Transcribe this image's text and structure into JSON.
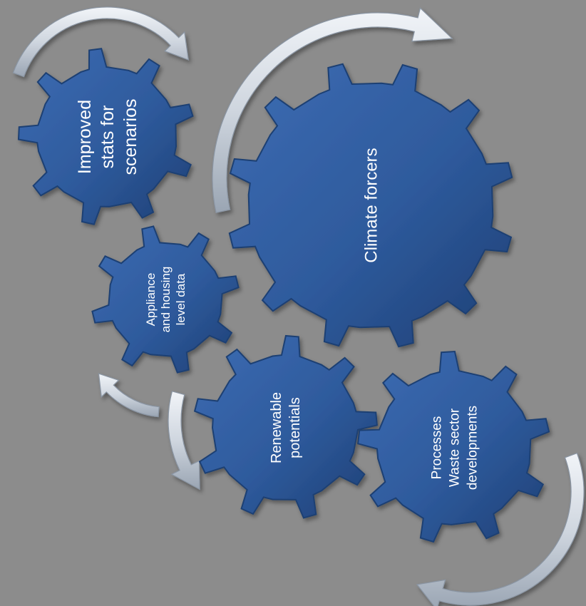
{
  "diagram": {
    "background": "#8c8c8c",
    "gear_fill": "#2e5a9c",
    "gear_edge": "#1f3f73",
    "arrow_fill": "#d4dae3",
    "arrow_edge": "#8a95a3",
    "gears": [
      {
        "id": "improved-stats",
        "lines": [
          "Improved",
          "stats for",
          "scenarios"
        ]
      },
      {
        "id": "appliance-housing",
        "lines": [
          "Appliance",
          "and housing",
          "level data"
        ]
      },
      {
        "id": "climate-forcers",
        "lines": [
          "Climate forcers"
        ]
      },
      {
        "id": "renewable-potentials",
        "lines": [
          "Renewable",
          "potentials"
        ]
      },
      {
        "id": "processes-waste",
        "lines": [
          "Processes",
          "Waste sector",
          "developments"
        ]
      }
    ]
  }
}
